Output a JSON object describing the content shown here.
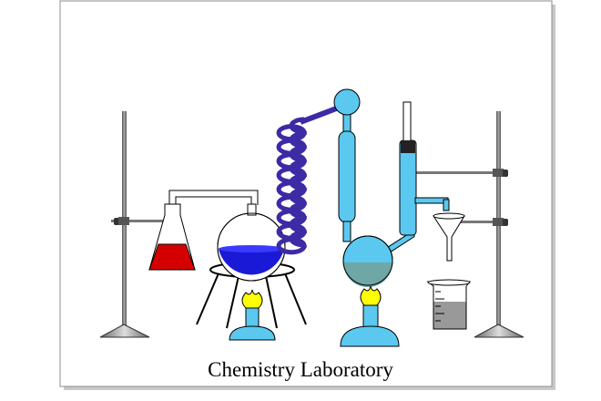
{
  "caption": "Chemistry Laboratory",
  "colors": {
    "light_blue": "#5bc8f0",
    "dark_blue_liquid": "#1a1ad6",
    "red_liquid": "#d40000",
    "coil": "#3d2aa5",
    "flame": "#ffff00",
    "stand_grey": "#6e6e6e",
    "gray_liquid": "#999999",
    "teal_liquid": "#6fa7a7"
  },
  "icons": [
    "retort-stand-left",
    "retort-stand-right",
    "erlenmeyer-flask",
    "round-bottom-flask",
    "tripod",
    "bunsen-burner",
    "spiral-condenser",
    "bulb-adapter",
    "distillation-flask",
    "thermometer",
    "funnel",
    "beaker"
  ]
}
